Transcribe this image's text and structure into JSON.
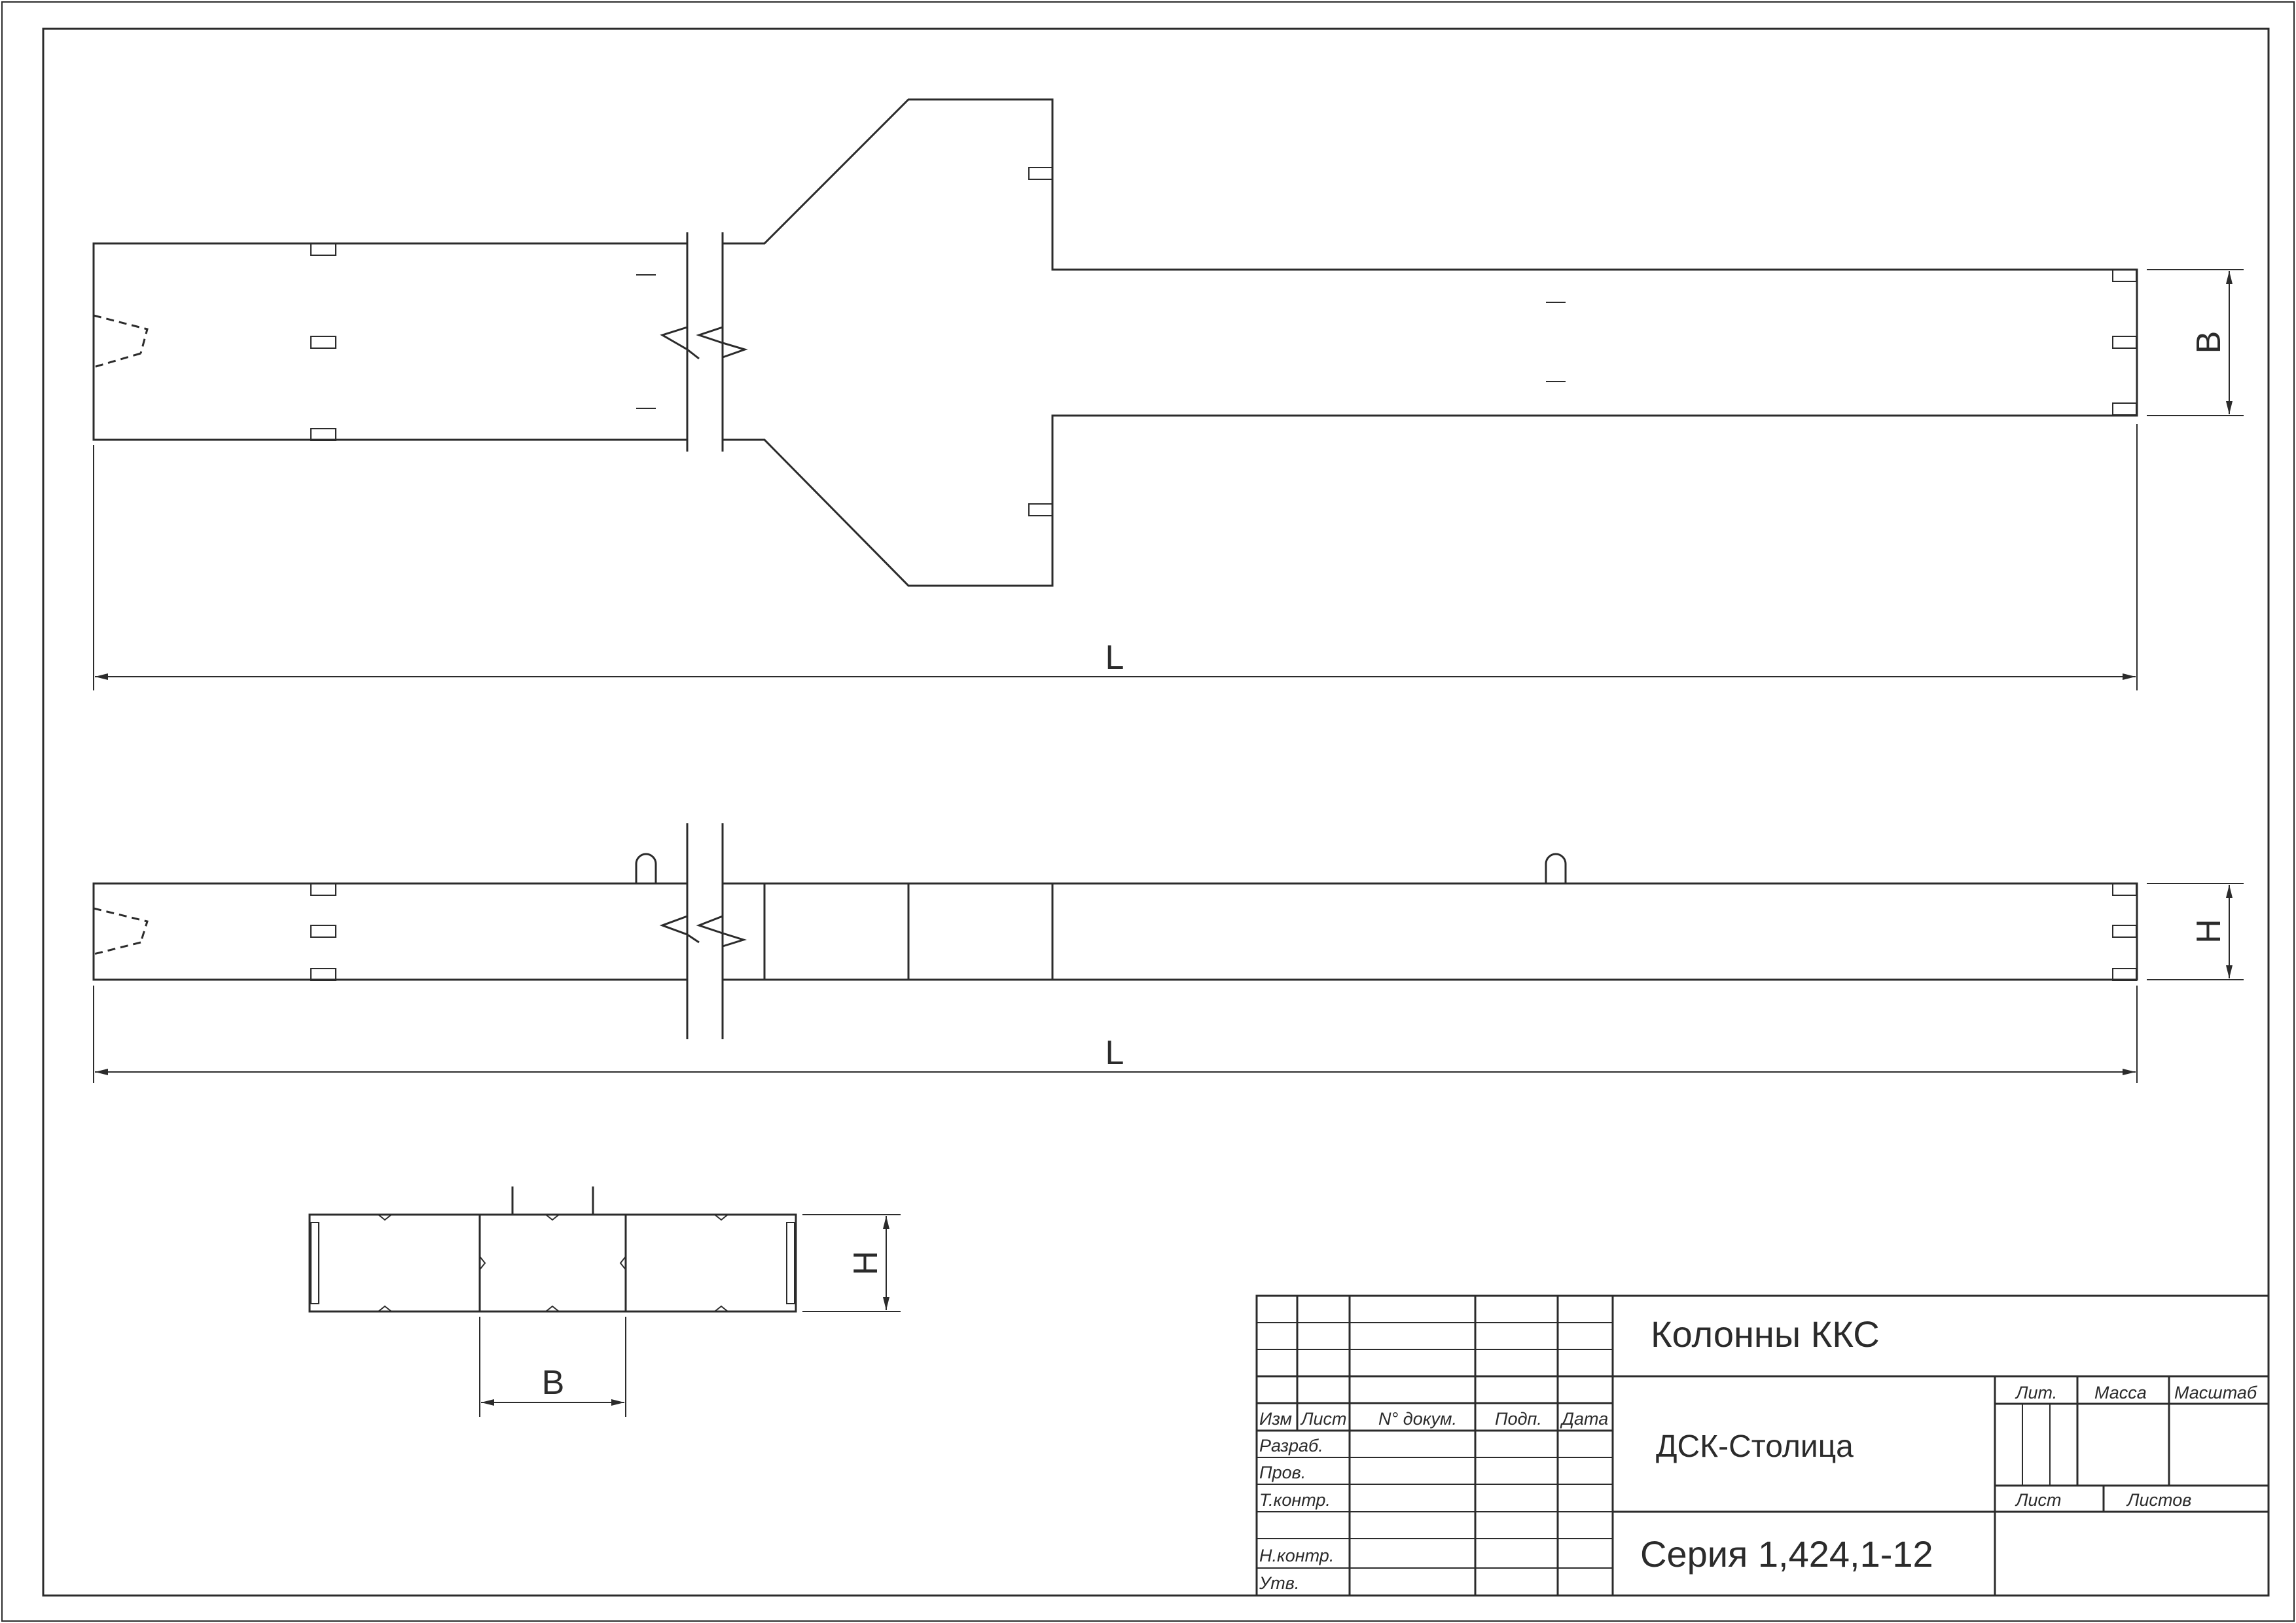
{
  "drawing": {
    "dimensions": {
      "length_label": "L",
      "width_label": "B",
      "height_label": "H"
    }
  },
  "title_block": {
    "title": "Колонны ККС",
    "organization": "ДСК-Столица",
    "series": "Серия 1,424,1-12",
    "columns": {
      "izm": "Изм",
      "list": "Лист",
      "doc": "N° докум.",
      "sign": "Подп.",
      "date": "Дата"
    },
    "roles": {
      "razrab": "Разраб.",
      "prov": "Пров.",
      "tkontr": "Т.контр.",
      "nkontr": "Н.контр.",
      "utv": "Утв."
    },
    "lit": "Лит.",
    "massa": "Масса",
    "masshtab": "Масштаб",
    "sheet": "Лист",
    "sheets": "Листов"
  },
  "colors": {
    "line": "#2b2b2b",
    "background": "#ffffff"
  }
}
